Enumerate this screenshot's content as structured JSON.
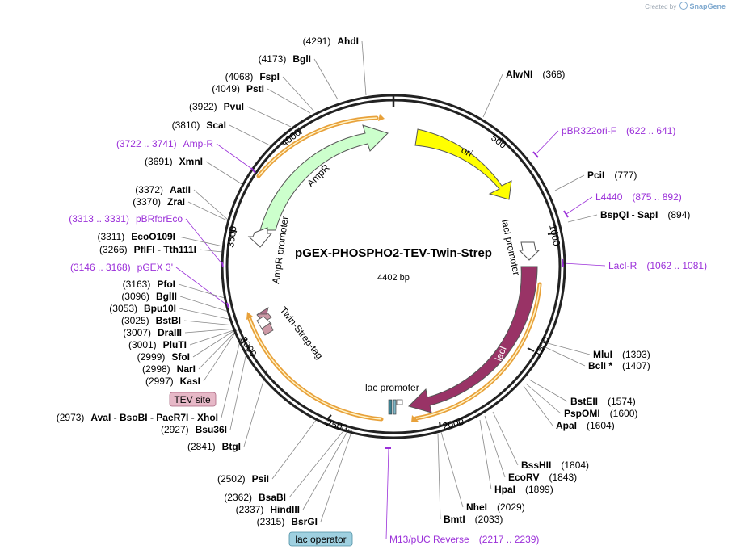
{
  "credit": {
    "prefix": "Created by",
    "brand": "SnapGene"
  },
  "plasmid": {
    "name": "pGEX-PHOSPHO2-TEV-Twin-Strep",
    "length_label": "4402 bp"
  },
  "ticks": [
    "500",
    "1000",
    "1500",
    "2000",
    "2500",
    "3000",
    "3500",
    "4000"
  ],
  "features": [
    {
      "name": "ori",
      "color": "#ffff00"
    },
    {
      "name": "AmpR",
      "color": "#ccffcc"
    },
    {
      "name": "lacI",
      "color": "#993366"
    },
    {
      "name": "lacI promoter",
      "color": "#ffffff"
    },
    {
      "name": "AmpR promoter",
      "color": "#ffffff"
    },
    {
      "name": "lac promoter",
      "color": "#ffffff"
    },
    {
      "name": "Twin-Strep-tag",
      "color": "#cc99a6"
    }
  ],
  "boxed_labels": [
    {
      "name": "TEV site",
      "color": "#e6b8c7"
    },
    {
      "name": "lac operator",
      "color": "#9fd0e0"
    }
  ],
  "primers": [
    {
      "name": "pBR322ori-F",
      "pos": "(622 .. 641)"
    },
    {
      "name": "L4440",
      "pos": "(875 .. 892)"
    },
    {
      "name": "LacI-R",
      "pos": "(1062 .. 1081)"
    },
    {
      "name": "M13/pUC Reverse",
      "pos": "(2217 .. 2239)"
    },
    {
      "name": "Amp-R",
      "pos": "(3722 .. 3741)"
    },
    {
      "name": "pBRforEco",
      "pos": "(3313 .. 3331)"
    },
    {
      "name": "pGEX 3'",
      "pos": "(3146 .. 3168)"
    }
  ],
  "sites": [
    {
      "name": "AlwNI",
      "pos": "(368)"
    },
    {
      "name": "PciI",
      "pos": "(777)"
    },
    {
      "name": "BspQI - SapI",
      "pos": "(894)"
    },
    {
      "name": "MluI",
      "pos": "(1393)"
    },
    {
      "name": "BclI *",
      "pos": "(1407)"
    },
    {
      "name": "BstEII",
      "pos": "(1574)"
    },
    {
      "name": "PspOMI",
      "pos": "(1600)"
    },
    {
      "name": "ApaI",
      "pos": "(1604)"
    },
    {
      "name": "BssHII",
      "pos": "(1804)"
    },
    {
      "name": "EcoRV",
      "pos": "(1843)"
    },
    {
      "name": "HpaI",
      "pos": "(1899)"
    },
    {
      "name": "NheI",
      "pos": "(2029)"
    },
    {
      "name": "BmtI",
      "pos": "(2033)"
    },
    {
      "name": "AhdI",
      "pos": "(4291)"
    },
    {
      "name": "BglI",
      "pos": "(4173)"
    },
    {
      "name": "FspI",
      "pos": "(4068)"
    },
    {
      "name": "PstI",
      "pos": "(4049)"
    },
    {
      "name": "PvuI",
      "pos": "(3922)"
    },
    {
      "name": "ScaI",
      "pos": "(3810)"
    },
    {
      "name": "XmnI",
      "pos": "(3691)"
    },
    {
      "name": "AatII",
      "pos": "(3372)"
    },
    {
      "name": "ZraI",
      "pos": "(3370)"
    },
    {
      "name": "EcoO109I",
      "pos": "(3311)"
    },
    {
      "name": "PflFI - Tth111I",
      "pos": "(3266)"
    },
    {
      "name": "PfoI",
      "pos": "(3163)"
    },
    {
      "name": "BglII",
      "pos": "(3096)"
    },
    {
      "name": "Bpu10I",
      "pos": "(3053)"
    },
    {
      "name": "BstBI",
      "pos": "(3025)"
    },
    {
      "name": "DraIII",
      "pos": "(3007)"
    },
    {
      "name": "PluTI",
      "pos": "(3001)"
    },
    {
      "name": "SfoI",
      "pos": "(2999)"
    },
    {
      "name": "NarI",
      "pos": "(2998)"
    },
    {
      "name": "KasI",
      "pos": "(2997)"
    },
    {
      "name": "AvaI - BsoBI - PaeR7I - XhoI",
      "pos": "(2973)"
    },
    {
      "name": "Bsu36I",
      "pos": "(2927)"
    },
    {
      "name": "BtgI",
      "pos": "(2841)"
    },
    {
      "name": "PsiI",
      "pos": "(2502)"
    },
    {
      "name": "BsaBI",
      "pos": "(2362)"
    },
    {
      "name": "HindIII",
      "pos": "(2337)"
    },
    {
      "name": "BsrGI",
      "pos": "(2315)"
    }
  ]
}
